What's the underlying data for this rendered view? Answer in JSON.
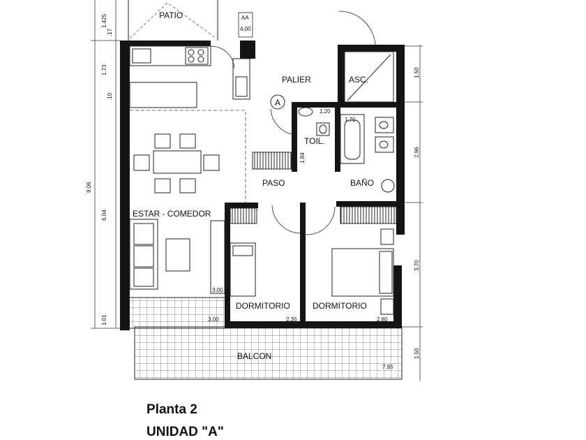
{
  "rooms": {
    "patio": "PATIO",
    "palier": "PALIER",
    "ascensor": "ASC.",
    "toilette": "TOIL.",
    "paso": "PASO",
    "bano": "BAÑO",
    "estar_comedor": "ESTAR - COMEDOR",
    "dormitorio_1": "DORMITORIO",
    "dormitorio_2": "DORMITORIO",
    "balcon": "BALCON"
  },
  "unit_marker": "A",
  "dimensions": {
    "left": [
      "1.425",
      ".17",
      "1.73",
      ".10",
      "9.06",
      "6.04",
      "1.01"
    ],
    "right": [
      "1.50",
      "2.96",
      "3.70",
      "1.50"
    ],
    "interior": [
      "AA",
      "4.00",
      "1.20",
      "1.70",
      "1.84",
      "3.00",
      "3.00",
      "2.35",
      "2.80",
      "7.95"
    ]
  },
  "caption": {
    "line1": "Planta 2",
    "line2": "UNIDAD \"A\""
  }
}
